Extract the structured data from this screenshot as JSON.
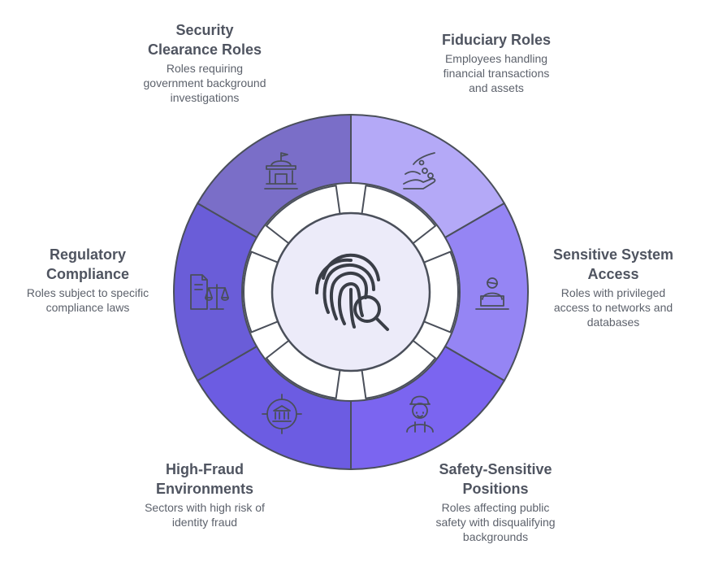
{
  "center": {
    "icon": "fingerprint-search-icon"
  },
  "segments": [
    {
      "id": "security-clearance",
      "title": "Security\nClearance Roles",
      "description": "Roles requiring\ngovernment background\ninvestigations",
      "icon": "government-building-icon",
      "color": "#7a6ec8"
    },
    {
      "id": "fiduciary",
      "title": "Fiduciary Roles",
      "description": "Employees handling\nfinancial transactions\nand assets",
      "icon": "hand-coins-icon",
      "color": "#b4a9f7"
    },
    {
      "id": "sensitive-system",
      "title": "Sensitive System\nAccess",
      "description": "Roles with privileged\naccess to networks and\ndatabases",
      "icon": "user-laptop-icon",
      "color": "#9585f4"
    },
    {
      "id": "safety-sensitive",
      "title": "Safety-Sensitive\nPositions",
      "description": "Roles affecting public\nsafety with disqualifying\nbackgrounds",
      "icon": "worker-helmet-icon",
      "color": "#7b65f0"
    },
    {
      "id": "high-fraud",
      "title": "High-Fraud\nEnvironments",
      "description": "Sectors with high risk of\nidentity fraud",
      "icon": "bank-target-icon",
      "color": "#6c5ce2"
    },
    {
      "id": "regulatory",
      "title": "Regulatory\nCompliance",
      "description": "Roles subject to specific\ncompliance laws",
      "icon": "document-scales-icon",
      "color": "#6a5dd8"
    }
  ]
}
